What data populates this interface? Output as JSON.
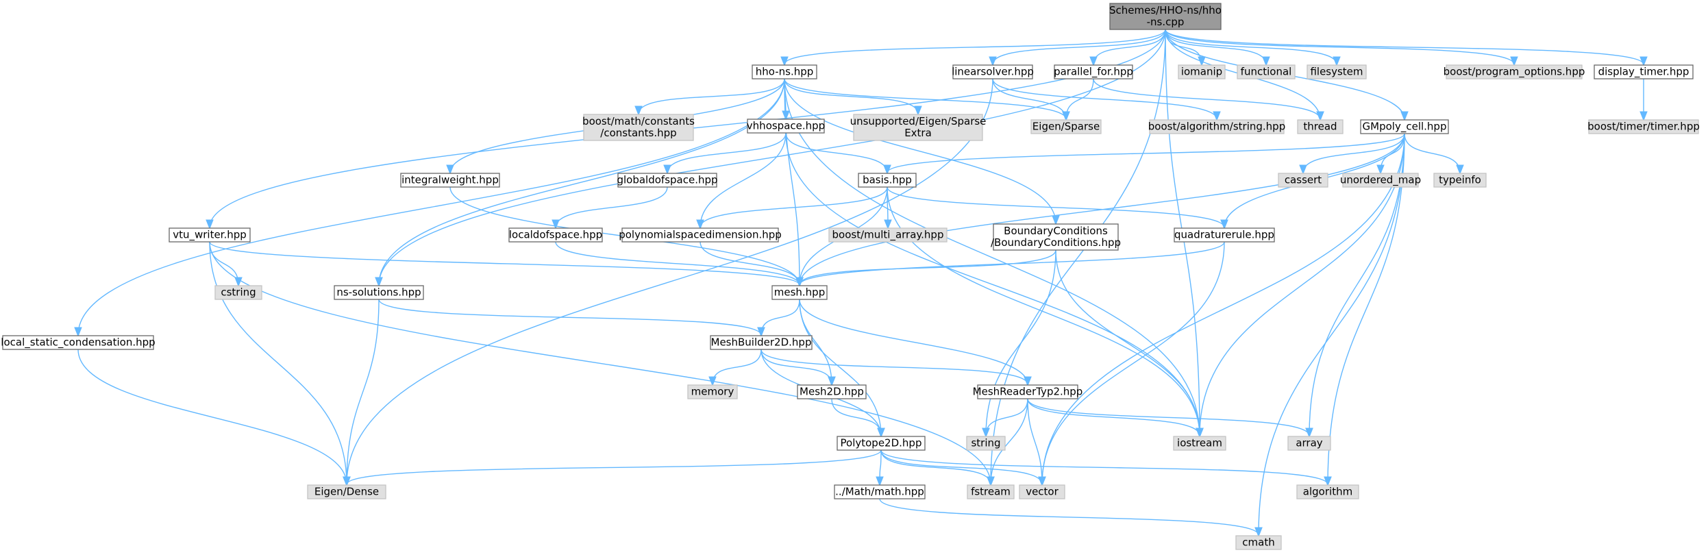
{
  "graph": {
    "nodes": [
      {
        "id": "root",
        "lines": [
          "Schemes/HHO-ns/hho",
          "-ns.cpp"
        ],
        "kind": "root"
      },
      {
        "id": "hho_ns",
        "lines": [
          "hho-ns.hpp"
        ],
        "kind": "local"
      },
      {
        "id": "linearsolver",
        "lines": [
          "linearsolver.hpp"
        ],
        "kind": "local"
      },
      {
        "id": "parallel_for",
        "lines": [
          "parallel_for.hpp"
        ],
        "kind": "local"
      },
      {
        "id": "iomanip",
        "lines": [
          "iomanip"
        ],
        "kind": "ext"
      },
      {
        "id": "functional",
        "lines": [
          "functional"
        ],
        "kind": "ext"
      },
      {
        "id": "filesystem",
        "lines": [
          "filesystem"
        ],
        "kind": "ext"
      },
      {
        "id": "program_options",
        "lines": [
          "boost/program_options.hpp"
        ],
        "kind": "ext"
      },
      {
        "id": "display_timer",
        "lines": [
          "display_timer.hpp"
        ],
        "kind": "local"
      },
      {
        "id": "timer",
        "lines": [
          "boost/timer/timer.hpp"
        ],
        "kind": "ext"
      },
      {
        "id": "math_constants",
        "lines": [
          "boost/math/constants",
          "/constants.hpp"
        ],
        "kind": "ext"
      },
      {
        "id": "vhhospace",
        "lines": [
          "vhhospace.hpp"
        ],
        "kind": "local"
      },
      {
        "id": "sparse_extra",
        "lines": [
          "unsupported/Eigen/Sparse",
          "Extra"
        ],
        "kind": "ext"
      },
      {
        "id": "eigen_sparse",
        "lines": [
          "Eigen/Sparse"
        ],
        "kind": "ext"
      },
      {
        "id": "algo_string",
        "lines": [
          "boost/algorithm/string.hpp"
        ],
        "kind": "ext"
      },
      {
        "id": "thread",
        "lines": [
          "thread"
        ],
        "kind": "ext"
      },
      {
        "id": "gmpoly",
        "lines": [
          "GMpoly_cell.hpp"
        ],
        "kind": "local"
      },
      {
        "id": "integralweight",
        "lines": [
          "integralweight.hpp"
        ],
        "kind": "local"
      },
      {
        "id": "globaldofspace",
        "lines": [
          "globaldofspace.hpp"
        ],
        "kind": "local"
      },
      {
        "id": "basis",
        "lines": [
          "basis.hpp"
        ],
        "kind": "local"
      },
      {
        "id": "cassert",
        "lines": [
          "cassert"
        ],
        "kind": "ext"
      },
      {
        "id": "unordered_map",
        "lines": [
          "unordered_map"
        ],
        "kind": "ext"
      },
      {
        "id": "typeinfo",
        "lines": [
          "typeinfo"
        ],
        "kind": "ext"
      },
      {
        "id": "vtu_writer",
        "lines": [
          "vtu_writer.hpp"
        ],
        "kind": "local"
      },
      {
        "id": "localdofspace",
        "lines": [
          "localdofspace.hpp"
        ],
        "kind": "local"
      },
      {
        "id": "polyspacedim",
        "lines": [
          "polynomialspacedimension.hpp"
        ],
        "kind": "local"
      },
      {
        "id": "multi_array",
        "lines": [
          "boost/multi_array.hpp"
        ],
        "kind": "ext"
      },
      {
        "id": "bc",
        "lines": [
          "BoundaryConditions",
          "/BoundaryConditions.hpp"
        ],
        "kind": "local"
      },
      {
        "id": "quadrule",
        "lines": [
          "quadraturerule.hpp"
        ],
        "kind": "local"
      },
      {
        "id": "cstring",
        "lines": [
          "cstring"
        ],
        "kind": "ext"
      },
      {
        "id": "ns_solutions",
        "lines": [
          "ns-solutions.hpp"
        ],
        "kind": "local"
      },
      {
        "id": "mesh",
        "lines": [
          "mesh.hpp"
        ],
        "kind": "local"
      },
      {
        "id": "lsc",
        "lines": [
          "local_static_condensation.hpp"
        ],
        "kind": "local"
      },
      {
        "id": "meshbuilder",
        "lines": [
          "MeshBuilder2D.hpp"
        ],
        "kind": "local"
      },
      {
        "id": "memory",
        "lines": [
          "memory"
        ],
        "kind": "ext"
      },
      {
        "id": "mesh2d",
        "lines": [
          "Mesh2D.hpp"
        ],
        "kind": "local"
      },
      {
        "id": "meshreader",
        "lines": [
          "MeshReaderTyp2.hpp"
        ],
        "kind": "local"
      },
      {
        "id": "string",
        "lines": [
          "string"
        ],
        "kind": "ext"
      },
      {
        "id": "iostream",
        "lines": [
          "iostream"
        ],
        "kind": "ext"
      },
      {
        "id": "array",
        "lines": [
          "array"
        ],
        "kind": "ext"
      },
      {
        "id": "polytope",
        "lines": [
          "Polytope2D.hpp"
        ],
        "kind": "local"
      },
      {
        "id": "eigen_dense",
        "lines": [
          "Eigen/Dense"
        ],
        "kind": "ext"
      },
      {
        "id": "fstream",
        "lines": [
          "fstream"
        ],
        "kind": "ext"
      },
      {
        "id": "vector",
        "lines": [
          "vector"
        ],
        "kind": "ext"
      },
      {
        "id": "algorithm",
        "lines": [
          "algorithm"
        ],
        "kind": "ext"
      },
      {
        "id": "math",
        "lines": [
          "../Math/math.hpp"
        ],
        "kind": "local"
      },
      {
        "id": "cmath",
        "lines": [
          "cmath"
        ],
        "kind": "ext"
      }
    ],
    "edges": [
      [
        "root",
        "hho_ns"
      ],
      [
        "root",
        "linearsolver"
      ],
      [
        "root",
        "parallel_for"
      ],
      [
        "root",
        "iomanip"
      ],
      [
        "root",
        "functional"
      ],
      [
        "root",
        "filesystem"
      ],
      [
        "root",
        "program_options"
      ],
      [
        "root",
        "display_timer"
      ],
      [
        "root",
        "gmpoly"
      ],
      [
        "root",
        "vtu_writer"
      ],
      [
        "root",
        "ns_solutions"
      ],
      [
        "root",
        "fstream"
      ],
      [
        "root",
        "iostream"
      ],
      [
        "root",
        "thread"
      ],
      [
        "display_timer",
        "timer"
      ],
      [
        "hho_ns",
        "math_constants"
      ],
      [
        "hho_ns",
        "vhhospace"
      ],
      [
        "hho_ns",
        "sparse_extra"
      ],
      [
        "hho_ns",
        "eigen_sparse"
      ],
      [
        "hho_ns",
        "integralweight"
      ],
      [
        "hho_ns",
        "bc"
      ],
      [
        "hho_ns",
        "ns_solutions"
      ],
      [
        "hho_ns",
        "lsc"
      ],
      [
        "hho_ns",
        "mesh"
      ],
      [
        "hho_ns",
        "iostream"
      ],
      [
        "linearsolver",
        "eigen_sparse"
      ],
      [
        "linearsolver",
        "algo_string"
      ],
      [
        "linearsolver",
        "eigen_dense"
      ],
      [
        "parallel_for",
        "eigen_sparse"
      ],
      [
        "parallel_for",
        "thread"
      ],
      [
        "vhhospace",
        "globaldofspace"
      ],
      [
        "vhhospace",
        "basis"
      ],
      [
        "vhhospace",
        "polyspacedim"
      ],
      [
        "vhhospace",
        "iostream"
      ],
      [
        "globaldofspace",
        "localdofspace"
      ],
      [
        "localdofspace",
        "mesh"
      ],
      [
        "integralweight",
        "mesh"
      ],
      [
        "basis",
        "polyspacedim"
      ],
      [
        "basis",
        "multi_array"
      ],
      [
        "basis",
        "quadrule"
      ],
      [
        "basis",
        "mesh"
      ],
      [
        "basis",
        "iostream"
      ],
      [
        "polyspacedim",
        "mesh"
      ],
      [
        "gmpoly",
        "basis"
      ],
      [
        "gmpoly",
        "cassert"
      ],
      [
        "gmpoly",
        "unordered_map"
      ],
      [
        "gmpoly",
        "typeinfo"
      ],
      [
        "gmpoly",
        "quadrule"
      ],
      [
        "gmpoly",
        "mesh"
      ],
      [
        "gmpoly",
        "iostream"
      ],
      [
        "gmpoly",
        "array"
      ],
      [
        "gmpoly",
        "vector"
      ],
      [
        "gmpoly",
        "algorithm"
      ],
      [
        "gmpoly",
        "cmath"
      ],
      [
        "bc",
        "mesh"
      ],
      [
        "bc",
        "string"
      ],
      [
        "bc",
        "iostream"
      ],
      [
        "quadrule",
        "mesh"
      ],
      [
        "quadrule",
        "vector"
      ],
      [
        "vtu_writer",
        "cstring"
      ],
      [
        "vtu_writer",
        "mesh"
      ],
      [
        "vtu_writer",
        "eigen_dense"
      ],
      [
        "vtu_writer",
        "fstream"
      ],
      [
        "ns_solutions",
        "meshbuilder"
      ],
      [
        "ns_solutions",
        "eigen_dense"
      ],
      [
        "lsc",
        "eigen_dense"
      ],
      [
        "mesh",
        "meshbuilder"
      ],
      [
        "mesh",
        "mesh2d"
      ],
      [
        "mesh",
        "meshreader"
      ],
      [
        "mesh",
        "polytope"
      ],
      [
        "meshbuilder",
        "memory"
      ],
      [
        "meshbuilder",
        "mesh2d"
      ],
      [
        "meshbuilder",
        "meshreader"
      ],
      [
        "meshbuilder",
        "polytope"
      ],
      [
        "mesh2d",
        "polytope"
      ],
      [
        "meshreader",
        "string"
      ],
      [
        "meshreader",
        "iostream"
      ],
      [
        "meshreader",
        "array"
      ],
      [
        "meshreader",
        "vector"
      ],
      [
        "meshreader",
        "fstream"
      ],
      [
        "polytope",
        "eigen_dense"
      ],
      [
        "polytope",
        "math"
      ],
      [
        "polytope",
        "fstream"
      ],
      [
        "polytope",
        "vector"
      ],
      [
        "polytope",
        "algorithm"
      ],
      [
        "math",
        "cmath"
      ]
    ]
  }
}
